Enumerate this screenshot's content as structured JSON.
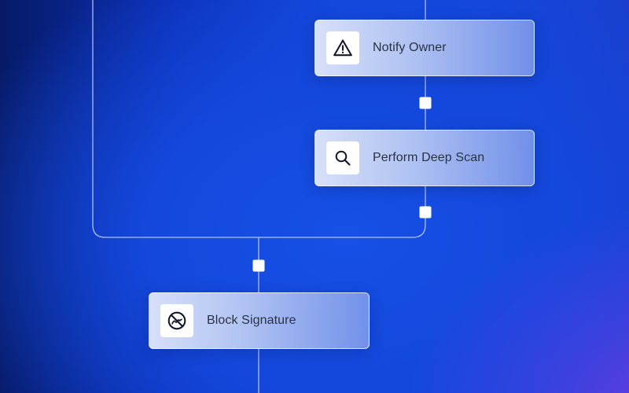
{
  "flow": {
    "nodes": [
      {
        "id": "notify-owner",
        "label": "Notify Owner",
        "icon": "warning-triangle-icon"
      },
      {
        "id": "perform-deep-scan",
        "label": "Perform Deep Scan",
        "icon": "magnifier-icon"
      },
      {
        "id": "block-signature",
        "label": "Block Signature",
        "icon": "no-signature-icon"
      }
    ],
    "colors": {
      "line": "#c9d6ff",
      "connector_dot": "#ffffff",
      "label_text": "#2a3142",
      "background_dark": "#061a66",
      "background_blue": "#1650e6",
      "background_purple": "#7c3aed"
    }
  }
}
